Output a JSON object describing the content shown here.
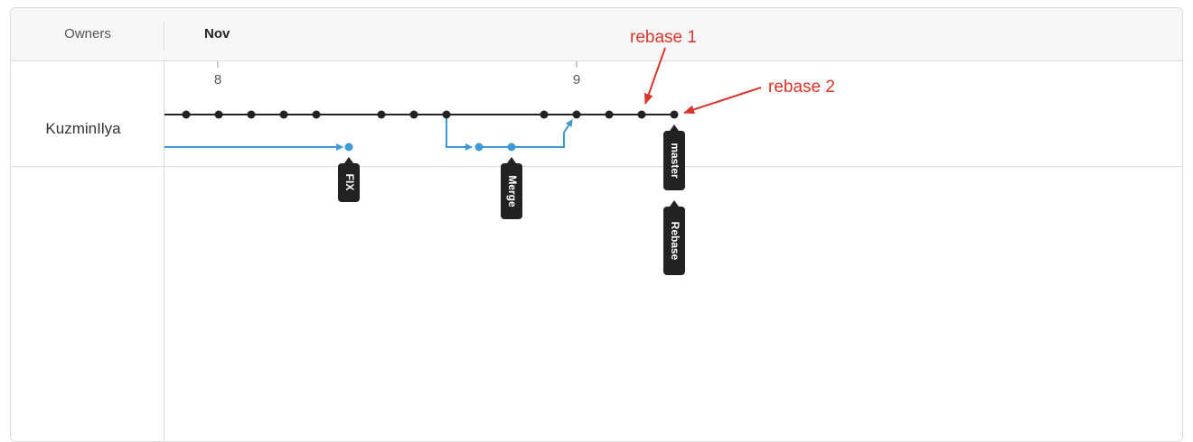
{
  "header": {
    "owners_label": "Owners",
    "month_label": "Nov"
  },
  "owners": [
    {
      "name": "KuzminIlya"
    }
  ],
  "timeline": {
    "day_ticks": [
      "8",
      "9"
    ]
  },
  "branches": [
    {
      "name": "master",
      "color": "#222222"
    },
    {
      "name": "FIX",
      "color": "#3d9ad6"
    },
    {
      "name": "Merge",
      "color": "#3d9ad6"
    },
    {
      "name": "Rebase",
      "color": "#222222"
    }
  ],
  "tags": [
    {
      "label": "FIX"
    },
    {
      "label": "Merge"
    },
    {
      "label": "master"
    },
    {
      "label": "Rebase"
    }
  ],
  "annotations": [
    {
      "label": "rebase 1",
      "color": "#d9352b"
    },
    {
      "label": "rebase 2",
      "color": "#d9352b"
    }
  ]
}
